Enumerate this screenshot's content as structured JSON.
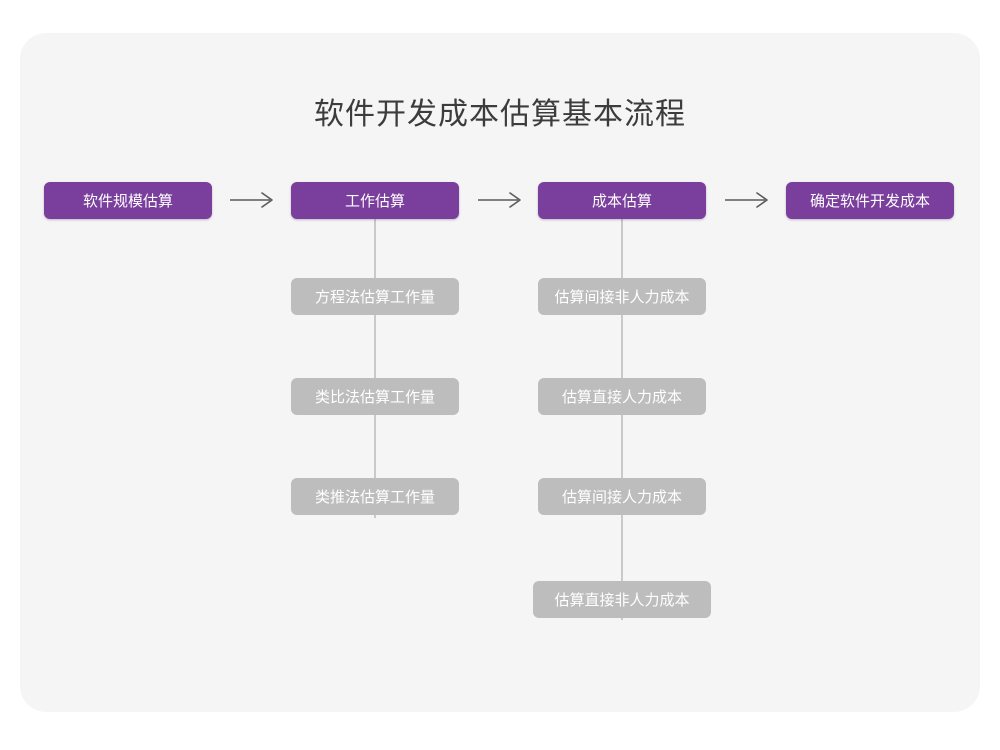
{
  "diagram": {
    "title": "软件开发成本估算基本流程",
    "colors": {
      "background": "#ffffff",
      "card": "#f5f5f5",
      "primary": "#7a3e9d",
      "secondary": "#bdbdbd",
      "connector": "#c9c9c9",
      "title_text": "#3c3c3c",
      "node_text": "#ffffff",
      "arrow": "#595959"
    },
    "main_flow": [
      {
        "label": "软件规模估算"
      },
      {
        "label": "工作估算"
      },
      {
        "label": "成本估算"
      },
      {
        "label": "确定软件开发成本"
      }
    ],
    "arrows": [
      {
        "name": "arrow-1",
        "glyph": "arrow-right-icon"
      },
      {
        "name": "arrow-2",
        "glyph": "arrow-right-icon"
      },
      {
        "name": "arrow-3",
        "glyph": "arrow-right-icon"
      }
    ],
    "branches": [
      {
        "parent": "工作估算",
        "items": [
          "方程法估算工作量",
          "类比法估算工作量",
          "类推法估算工作量"
        ]
      },
      {
        "parent": "成本估算",
        "items": [
          "估算间接非人力成本",
          "估算直接人力成本",
          "估算间接人力成本",
          "估算直接非人力成本"
        ]
      }
    ]
  }
}
